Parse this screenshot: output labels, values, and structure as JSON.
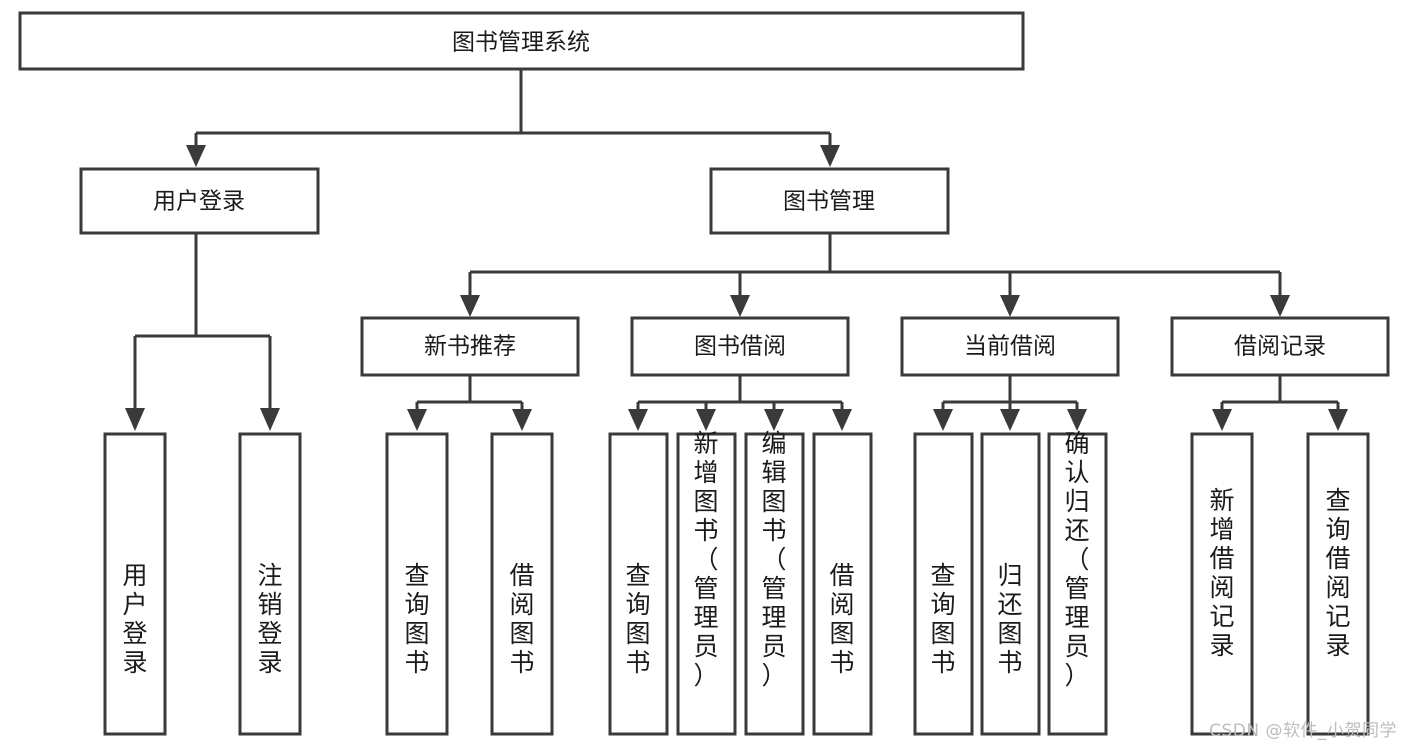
{
  "diagram": {
    "type": "tree",
    "title": "图书管理系统",
    "watermark": "CSDN @软件_小贺同学",
    "colors": {
      "stroke": "#3a3a3a",
      "fill": "#ffffff",
      "text": "#1b1b1b",
      "watermark": "#bdbdbd",
      "background": "#ffffff"
    },
    "root": {
      "label": "图书管理系统"
    },
    "level2": [
      {
        "label": "用户登录"
      },
      {
        "label": "图书管理"
      }
    ],
    "level3": [
      {
        "label": "新书推荐"
      },
      {
        "label": "图书借阅"
      },
      {
        "label": "当前借阅"
      },
      {
        "label": "借阅记录"
      }
    ],
    "leaves": {
      "user_login": [
        {
          "label": "用户登录"
        },
        {
          "label": "注销登录"
        }
      ],
      "new_book_recommend": [
        {
          "label": "查询图书"
        },
        {
          "label": "借阅图书"
        }
      ],
      "book_borrow": [
        {
          "label": "查询图书"
        },
        {
          "label": "新增图书（管理员）"
        },
        {
          "label": "编辑图书（管理员）"
        },
        {
          "label": "借阅图书"
        }
      ],
      "current_borrow": [
        {
          "label": "查询图书"
        },
        {
          "label": "归还图书"
        },
        {
          "label": "确认归还（管理员）"
        }
      ],
      "borrow_record": [
        {
          "label": "新增借阅记录"
        },
        {
          "label": "查询借阅记录"
        }
      ]
    }
  }
}
